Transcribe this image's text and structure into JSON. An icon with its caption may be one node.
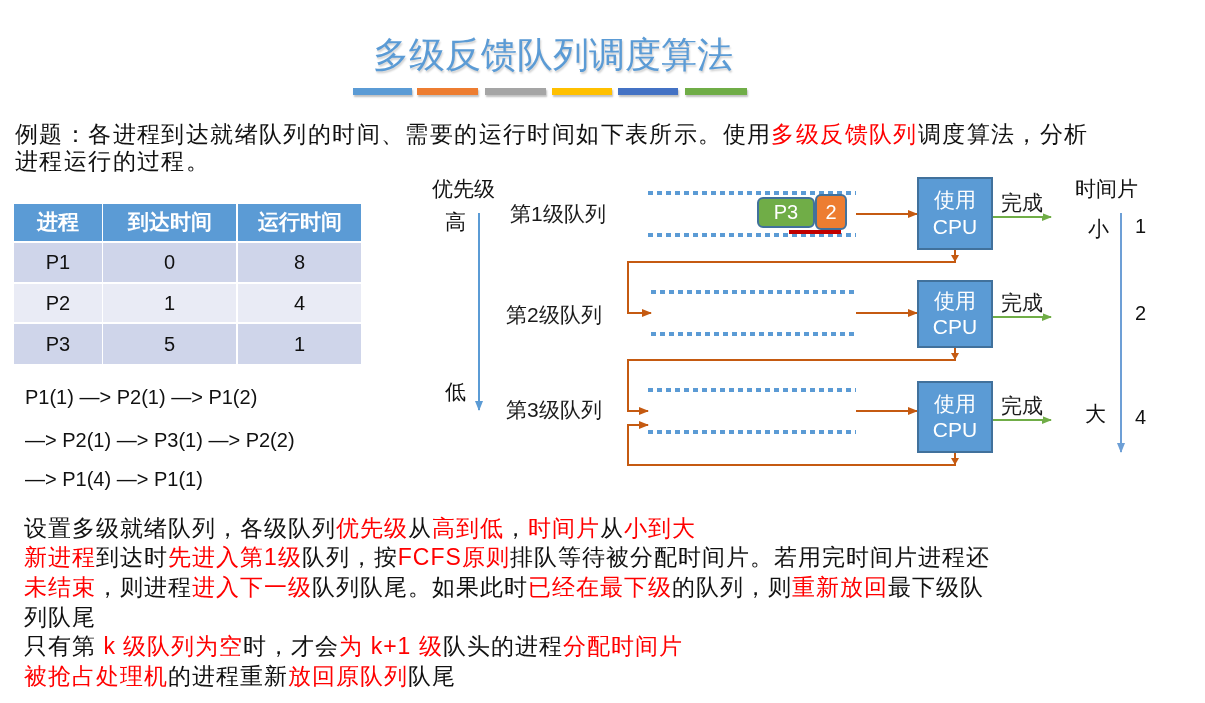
{
  "diagram": {
    "title": "多级反馈队列调度算法",
    "nodes": [
      {
        "text": [],
        "shape": "box",
        "beside": [
          "第1级队列"
        ]
      },
      {
        "text": [
          "P3"
        ],
        "in": 0
      },
      {
        "text": [
          "2"
        ],
        "in": 0
      },
      {
        "text": [],
        "shape": "bar",
        "in": 0
      },
      {
        "text": [
          "使用CPU"
        ]
      },
      {
        "text": [],
        "shape": "box",
        "beside": [
          "第2级队列"
        ]
      },
      {
        "text": [
          "使用CPU"
        ]
      },
      {
        "text": [],
        "shape": "box",
        "beside": [
          "第3级队列"
        ]
      },
      {
        "text": [
          "使用CPU"
        ]
      }
    ],
    "edges": [
      {
        "from": 0,
        "to": 4,
        "arrow": "to"
      },
      {
        "from": 4,
        "to": null,
        "arrow": "to",
        "label": "完成",
        "color": "#70ad47"
      },
      {
        "from": 4,
        "to": 5,
        "arrow": "to"
      },
      {
        "from": 5,
        "to": 6,
        "arrow": "to"
      },
      {
        "from": 6,
        "to": null,
        "arrow": "to",
        "label": "完成",
        "color": "#70ad47"
      },
      {
        "from": 6,
        "to": 7,
        "arrow": "to"
      },
      {
        "from": 7,
        "to": 8,
        "arrow": "to"
      },
      {
        "from": 8,
        "to": null,
        "arrow": "to",
        "label": "完成",
        "color": "#70ad47"
      },
      {
        "from": 8,
        "to": 7,
        "arrow": "to"
      }
    ],
    "labels": [
      "例题：各进程到达就绪队列的时间、需要的运行时间如下表所示。使用**多级反馈队列**调度算法，分析进程运行的过程。",
      "进程",
      "到达时间",
      "运行时间",
      "P1",
      "0",
      "8",
      "P2",
      "1",
      "4",
      "P3",
      "5",
      "1",
      "P1(1) —> P2(1) —> P1(2)",
      "—> P2(1) —> P3(1) —> P2(2)",
      "—> P1(4) —> P1(1)",
      "优先级",
      "高",
      "低",
      "时间片",
      "小",
      "1",
      "2",
      "大",
      "4",
      "设置多级就绪队列，各级队列**优先级**从**高到低**，**时间片**从**小到大**",
      "**新进程**到达时**先进入第1级**队列，按**FCFS原则**排队等待被分配时间片。若用完时间片进程还**未结束**，则进程**进入下一级**队列队尾。如果此时**已经在最下级**的队列，则**重新放回**最下级队列队尾",
      "只有第 **k 级队列为空**时，才会**为 k+1 级**队头的进程**分配时间片**",
      "**被抢占处理机**的进程重新**放回原队列**队尾"
    ]
  }
}
